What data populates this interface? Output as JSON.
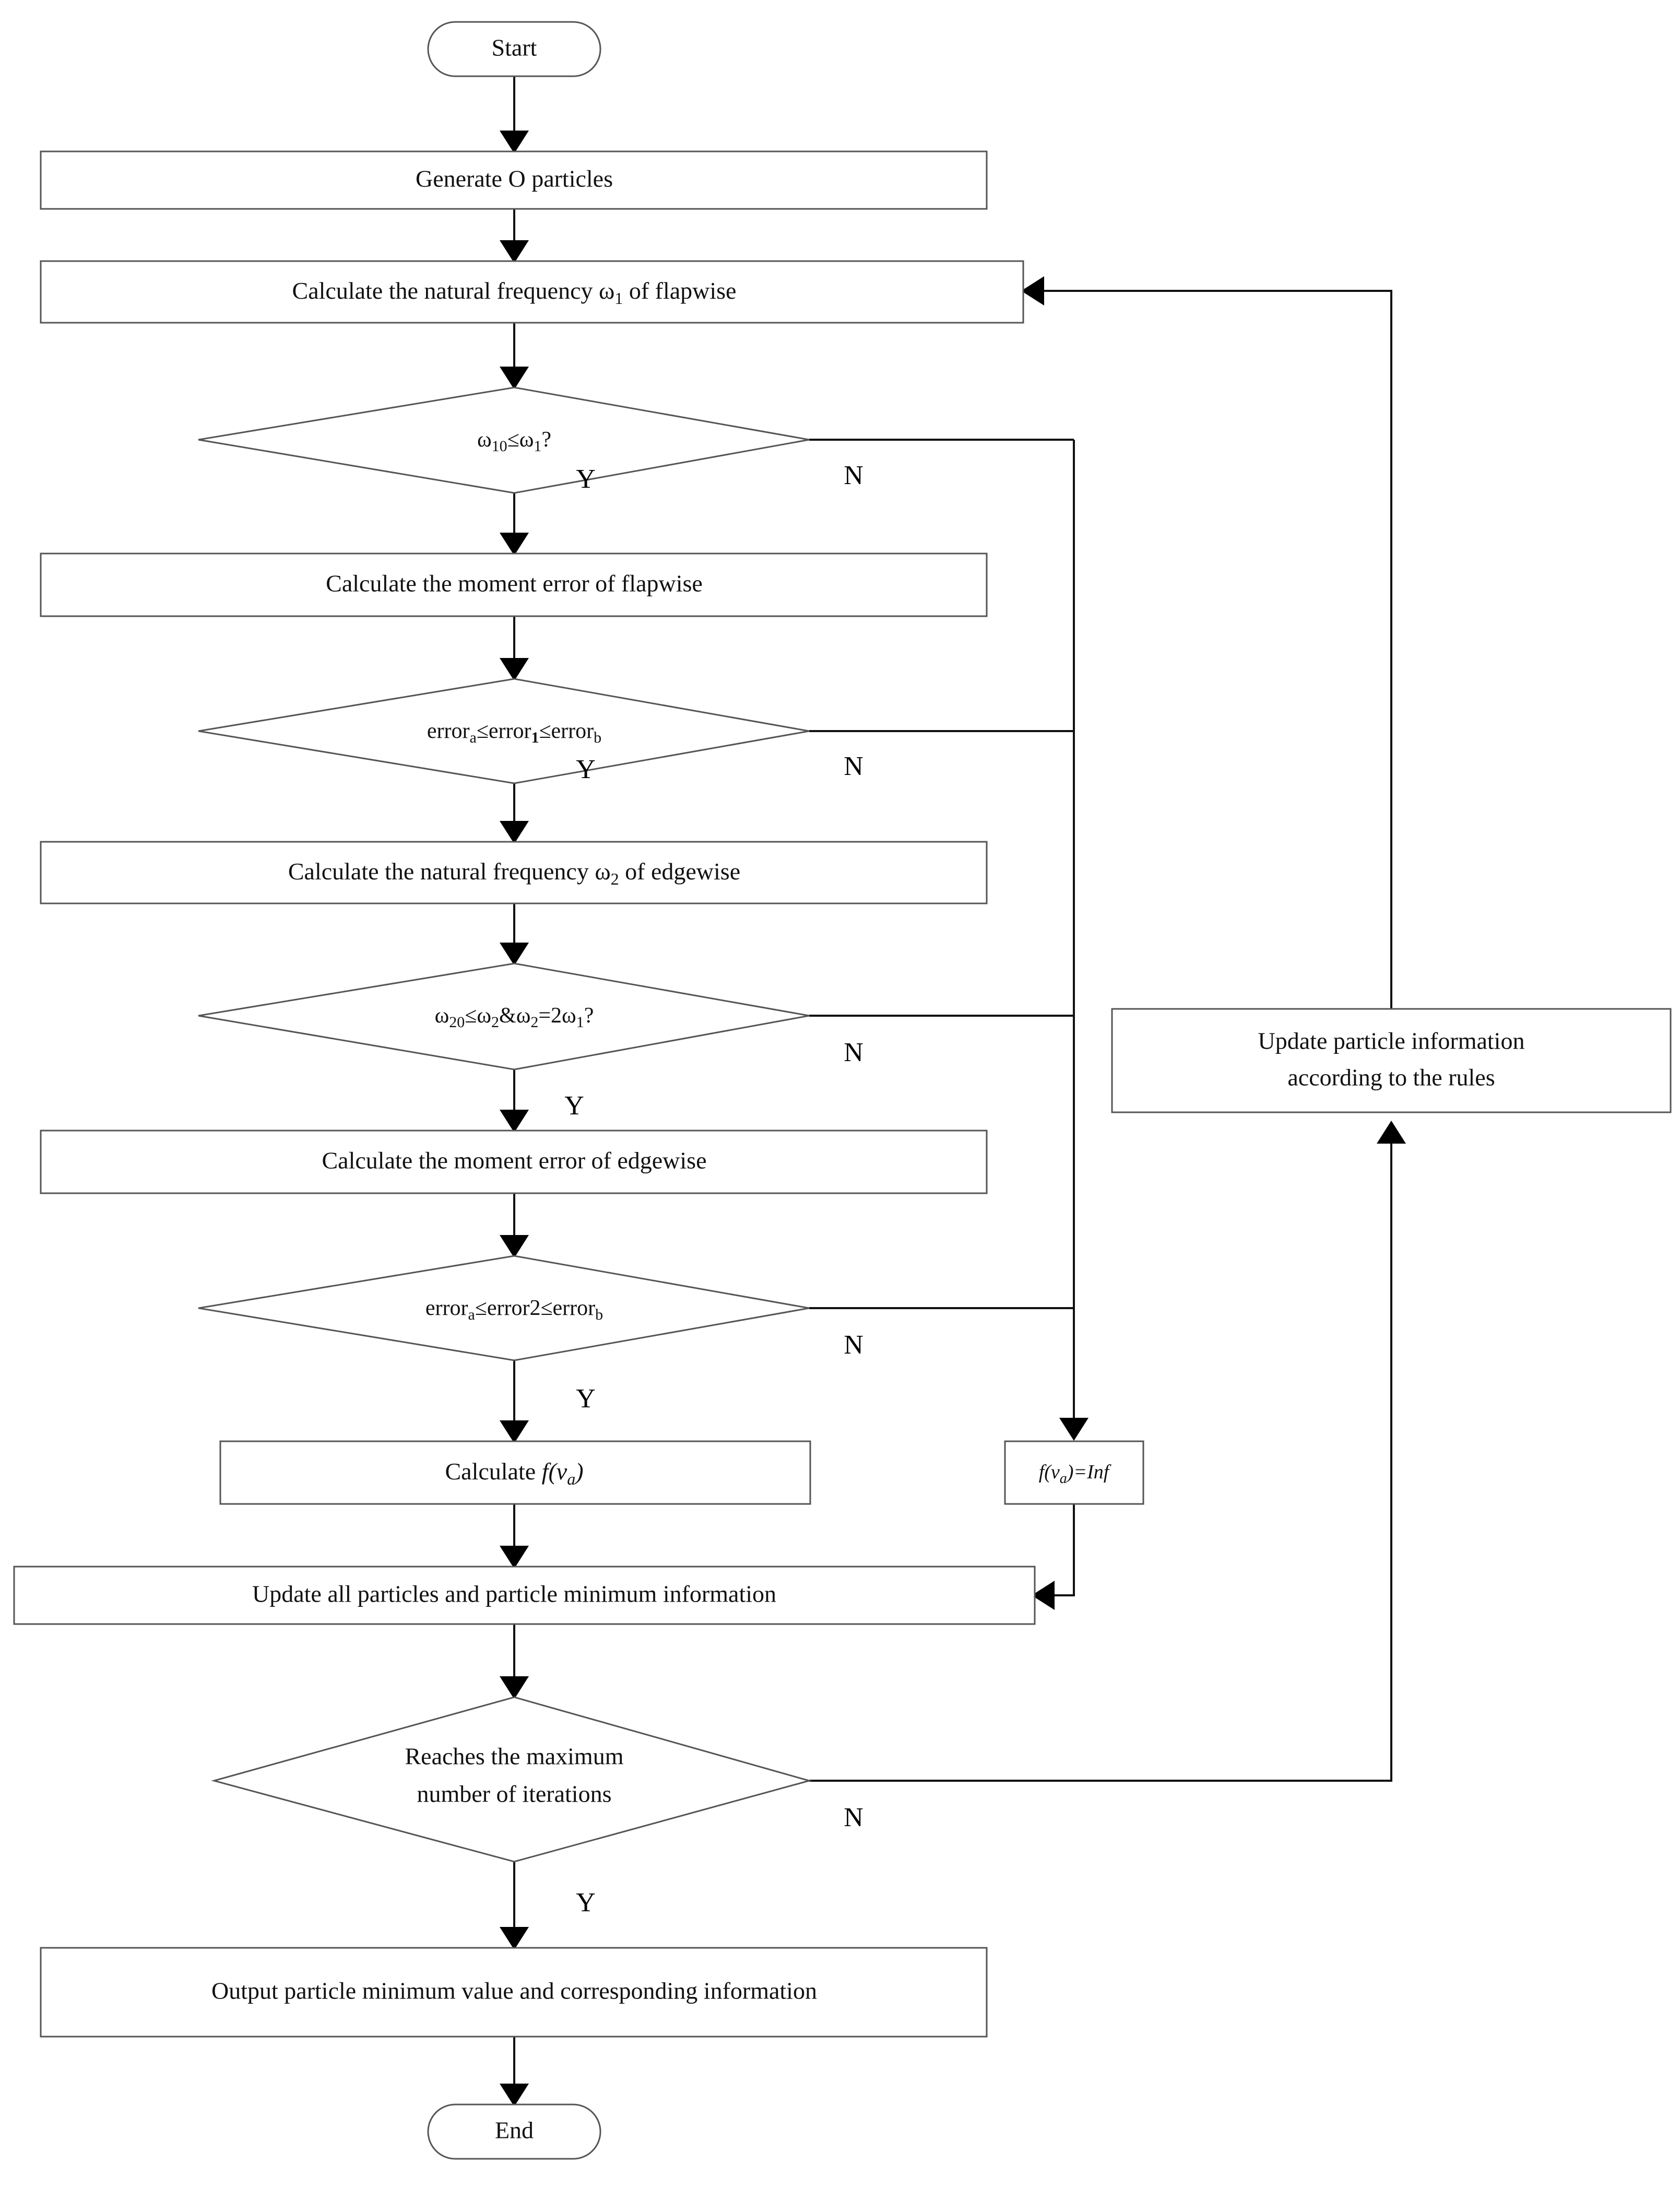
{
  "diagram": {
    "type": "flowchart",
    "title": "Particle swarm optimization flowchart for blade natural frequency and moment error",
    "orientation": "top-to-bottom",
    "background_color": "#ffffff",
    "line_color": "#111111",
    "shape_stroke_color": "#555555",
    "shape_fill_color": "#ffffff"
  },
  "nodes": {
    "start": {
      "label": "Start",
      "shape": "terminator"
    },
    "generate": {
      "label": "Generate O particles",
      "shape": "process"
    },
    "calc_w1": {
      "label_pre": "Calculate the natural frequency ",
      "label_sym": "ω",
      "label_sub": "1",
      "label_post": " of flapwise",
      "shape": "process"
    },
    "dec_w1": {
      "sym1": "ω",
      "sub1": "10",
      "op1": "≤",
      "sym2": "ω",
      "sub2": "1",
      "tail": "?",
      "shape": "decision"
    },
    "calc_moment_flap": {
      "label": "Calculate the moment error of flapwise",
      "shape": "process"
    },
    "dec_err1": {
      "word1": "error",
      "sub1": "a",
      "op1": "≤",
      "word2": "error",
      "sub2": "1",
      "op2": "≤",
      "word3": "error",
      "sub3": "b",
      "shape": "decision"
    },
    "calc_w2": {
      "label_pre": "Calculate the natural frequency ",
      "label_sym": "ω",
      "label_sub": "2",
      "label_post": " of edgewise",
      "shape": "process"
    },
    "dec_w2": {
      "sym1": "ω",
      "sub1": "20",
      "op1": "≤",
      "sym2": "ω",
      "sub2": "2",
      "amp": "&",
      "sym3": "ω",
      "sub3": "2",
      "eq": "=2",
      "sym4": "ω",
      "sub4": "1",
      "tail": "?",
      "shape": "decision"
    },
    "calc_moment_edge": {
      "label": "Calculate the moment error of edgewise",
      "shape": "process"
    },
    "dec_err2": {
      "word1": "error",
      "sub1": "a",
      "op1": "≤",
      "word2": "error2",
      "op2": "≤",
      "word3": "error",
      "sub3": "b",
      "shape": "decision"
    },
    "calc_f": {
      "label_pre": "Calculate ",
      "label_fn": "f(v",
      "label_sub": "a",
      "label_post": ")",
      "shape": "process"
    },
    "f_inf": {
      "label_fn": "f(v",
      "label_sub": "a",
      "label_post": ")=Inf",
      "shape": "process"
    },
    "update_all": {
      "label": "Update all particles and particle minimum information",
      "shape": "process"
    },
    "dec_iter": {
      "line1": "Reaches the maximum",
      "line2": "number of iterations",
      "shape": "decision"
    },
    "update_rules": {
      "line1": "Update particle information",
      "line2": "according to the rules",
      "shape": "process"
    },
    "output": {
      "label": "Output particle minimum value and corresponding information",
      "shape": "process"
    },
    "end": {
      "label": "End",
      "shape": "terminator"
    }
  },
  "edge_labels": {
    "yes": "Y",
    "no": "N"
  },
  "edges": [
    {
      "from": "start",
      "to": "generate",
      "label": ""
    },
    {
      "from": "generate",
      "to": "calc_w1",
      "label": ""
    },
    {
      "from": "calc_w1",
      "to": "dec_w1",
      "label": ""
    },
    {
      "from": "dec_w1",
      "to": "calc_moment_flap",
      "label": "Y"
    },
    {
      "from": "dec_w1",
      "to": "f_inf",
      "label": "N"
    },
    {
      "from": "calc_moment_flap",
      "to": "dec_err1",
      "label": ""
    },
    {
      "from": "dec_err1",
      "to": "calc_w2",
      "label": "Y"
    },
    {
      "from": "dec_err1",
      "to": "f_inf",
      "label": "N"
    },
    {
      "from": "calc_w2",
      "to": "dec_w2",
      "label": ""
    },
    {
      "from": "dec_w2",
      "to": "calc_moment_edge",
      "label": "Y"
    },
    {
      "from": "dec_w2",
      "to": "f_inf",
      "label": "N"
    },
    {
      "from": "calc_moment_edge",
      "to": "dec_err2",
      "label": ""
    },
    {
      "from": "dec_err2",
      "to": "calc_f",
      "label": "Y"
    },
    {
      "from": "dec_err2",
      "to": "f_inf",
      "label": "N"
    },
    {
      "from": "calc_f",
      "to": "update_all",
      "label": ""
    },
    {
      "from": "f_inf",
      "to": "update_all",
      "label": ""
    },
    {
      "from": "update_all",
      "to": "dec_iter",
      "label": ""
    },
    {
      "from": "dec_iter",
      "to": "output",
      "label": "Y"
    },
    {
      "from": "dec_iter",
      "to": "update_rules",
      "label": "N"
    },
    {
      "from": "update_rules",
      "to": "calc_w1",
      "label": ""
    },
    {
      "from": "output",
      "to": "end",
      "label": ""
    }
  ]
}
